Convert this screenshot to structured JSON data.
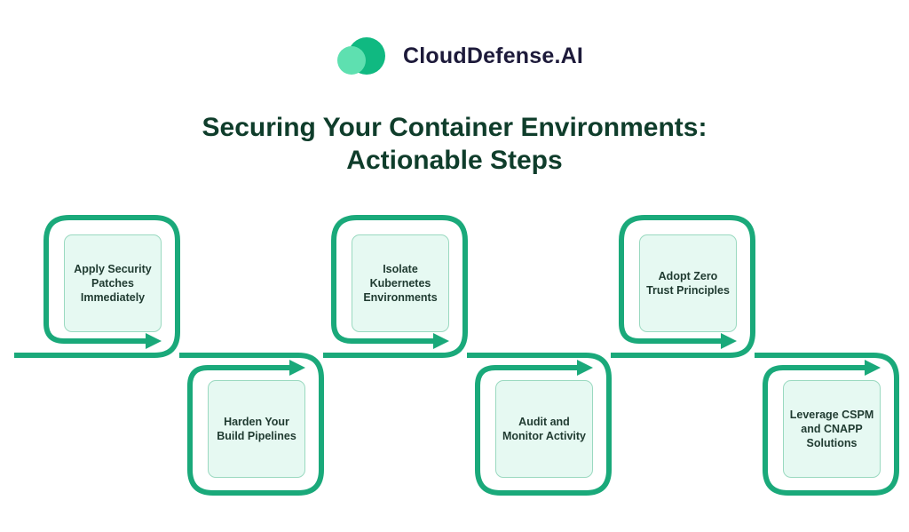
{
  "brand": {
    "name": "CloudDefense.AI",
    "logo_icon": "cloud-icon"
  },
  "title": {
    "line1": "Securing Your Container Environments:",
    "line2": "Actionable Steps"
  },
  "steps": [
    {
      "label": "Apply Security Patches Immediately",
      "position": "top"
    },
    {
      "label": "Harden Your Build Pipelines",
      "position": "bottom"
    },
    {
      "label": "Isolate Kubernetes Environments",
      "position": "top"
    },
    {
      "label": "Audit and Monitor Activity",
      "position": "bottom"
    },
    {
      "label": "Adopt Zero Trust Principles",
      "position": "top"
    },
    {
      "label": "Leverage CSPM and CNAPP Solutions",
      "position": "bottom"
    }
  ],
  "colors": {
    "accent": "#1aa97a",
    "card_fill": "#e6f9f2",
    "card_border": "#9ad9c0",
    "title": "#0f3d2b",
    "brand_text": "#1d1a3a"
  }
}
